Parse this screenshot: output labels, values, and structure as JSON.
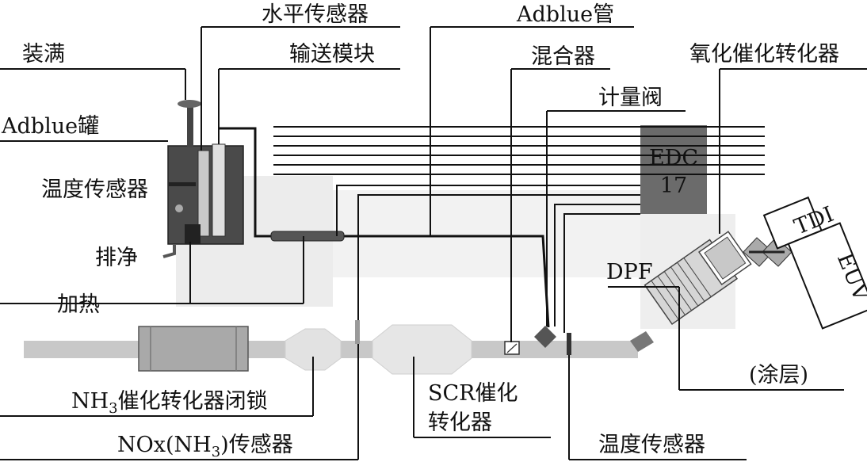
{
  "labels": {
    "full": "装满",
    "level_sensor": "水平传感器",
    "delivery_module": "输送模块",
    "adblue_tank": "Adblue罐",
    "temp_sensor_tank": "温度传感器",
    "drain": "排净",
    "heating": "加热",
    "adblue_pipe": "Adblue管",
    "mixer": "混合器",
    "dosing_valve": "计量阀",
    "oxidation_catalyst": "氧化催化转化器",
    "edc_line1": "EDC",
    "edc_line2": "17",
    "tdi": "TDI",
    "euv": "EUV",
    "dpf": "DPF",
    "coating": "(涂层)",
    "nh3_cat_prefix": "NH",
    "nh3_cat_sub": "3",
    "nh3_cat_suffix": "催化转化器闭锁",
    "scr_line1": "SCR催化",
    "scr_line2": "转化器",
    "nox_prefix": "NOx",
    "nox_mid": "(NH",
    "nox_sub": "3",
    "nox_suffix": ")传感器",
    "temp_sensor_exhaust": "温度传感器"
  },
  "colors": {
    "pipe": "#c8c8c8",
    "dark_component": "#555555",
    "edc_box": "#6b6b6b",
    "tank_body": "#4a4a4a",
    "panel": "#ececec"
  }
}
